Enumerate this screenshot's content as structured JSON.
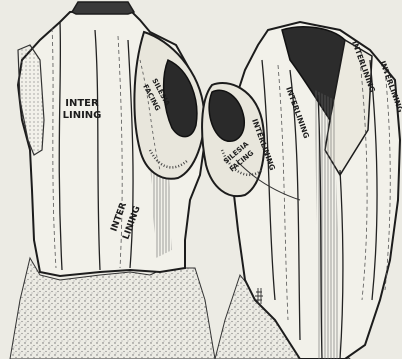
{
  "labels": {
    "back_upper_1": "INTER",
    "back_upper_2": "LINING",
    "back_lower_1": "INTER",
    "back_lower_2": "LINING",
    "sleeve_back_1": "SILESIA",
    "sleeve_back_2": "FACING",
    "front_1": "INTERLINING",
    "front_2": "INTERLINING",
    "front_3": "INTERLINING",
    "front_4": "INTERLINING",
    "sleeve_front_1": "SILESIA",
    "sleeve_front_2": "FACING"
  },
  "colors": {
    "paper": "#ecebe4",
    "ink": "#1c1c1c",
    "hatch": "#555555"
  }
}
